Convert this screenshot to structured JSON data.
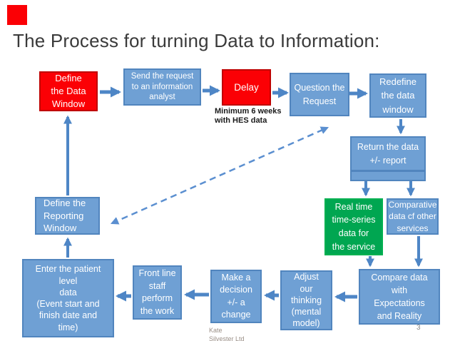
{
  "slide": {
    "title": "The Process for turning Data to Information:",
    "annotation": "Minimum 6 weeks\nwith HES data",
    "footer": {
      "author": "Kate\nSilvester Ltd",
      "page": "3"
    },
    "colors": {
      "box_red": "#fb0005",
      "box_blue": "#6fa0d4",
      "box_blue_border": "#5185be",
      "box_green": "#00a651",
      "arrow_blue": "#4e86c6",
      "dashed_arrow_blue": "#5b8fd0",
      "title_text": "#3a3a3a"
    },
    "nodes": {
      "define_data_window": "Define\nthe Data\nWindow",
      "send_request": "Send the request\nto an information\nanalyst",
      "delay": "Delay",
      "question_request": "Question the\nRequest",
      "redefine_window": "Redefine\nthe data\nwindow",
      "return_data": "Return the data\n+/- report",
      "real_time": "Real time\ntime-series\ndata for\nthe service",
      "comparative": "Comparative\ndata cf other\nservices",
      "define_reporting": "Define the\nReporting\nWindow",
      "enter_patient": "Enter the patient\nlevel\ndata\n(Event start and\nfinish date and\ntime)",
      "front_line": "Front line\nstaff\nperform\nthe work",
      "make_decision": "Make a\ndecision\n+/- a\nchange",
      "adjust_thinking": "Adjust\nour\nthinking\n(mental\nmodel)",
      "compare_data": "Compare data\nwith\nExpectations\nand Reality"
    }
  }
}
